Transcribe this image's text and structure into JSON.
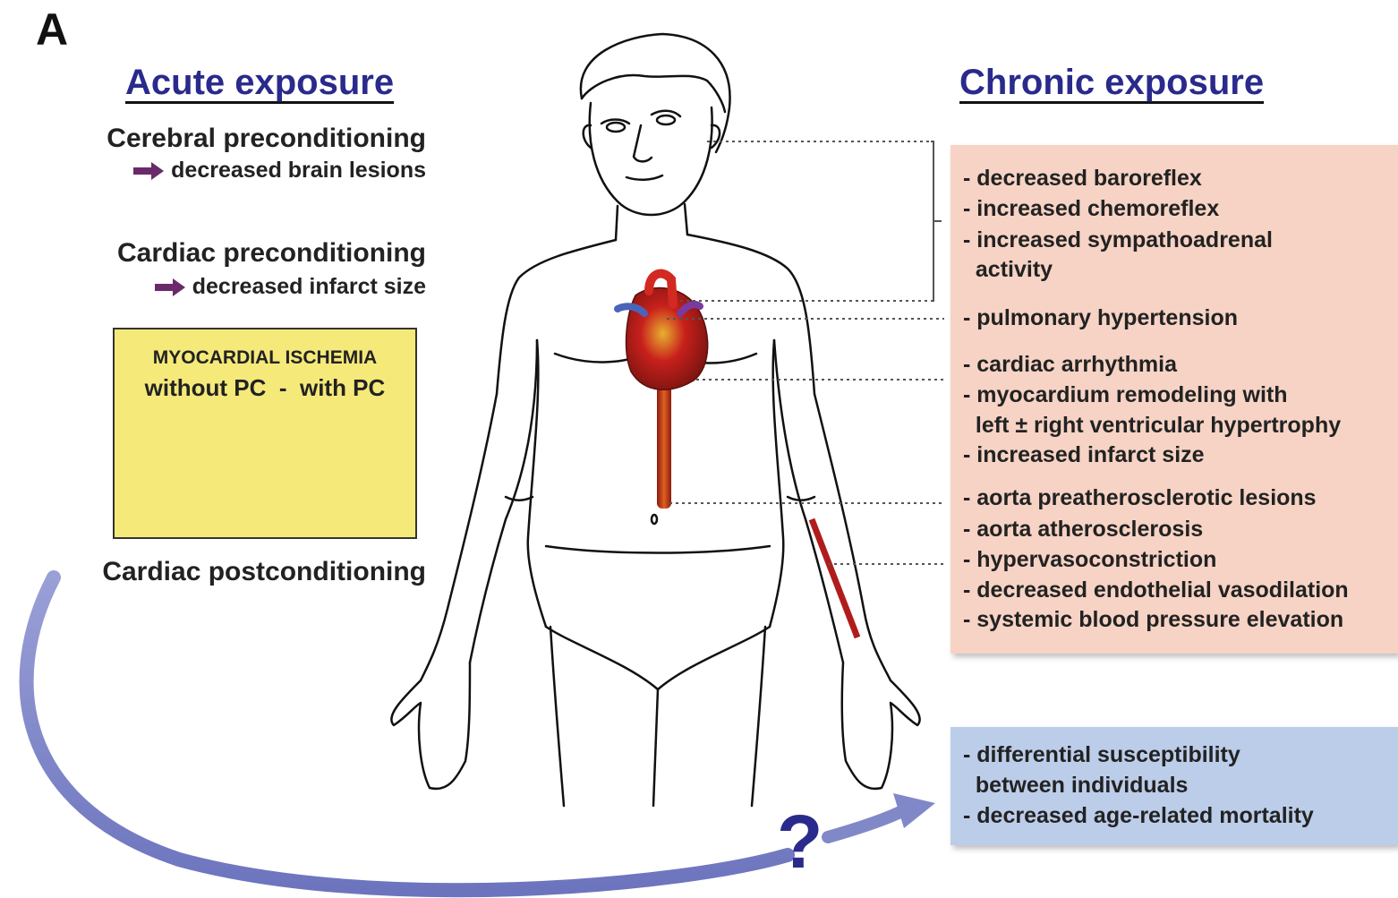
{
  "panel_label": "A",
  "acute": {
    "title": "Acute exposure",
    "cerebral_title": "Cerebral preconditioning",
    "cerebral_result": "decreased brain lesions",
    "cardiac_title": "Cardiac preconditioning",
    "cardiac_result": "decreased infarct size",
    "box_title": "MYOCARDIAL ISCHEMIA",
    "box_subtitle": "without PC  -  with PC",
    "postconditioning": "Cardiac postconditioning"
  },
  "chronic": {
    "title": "Chronic exposure",
    "effects": [
      "- decreased baroreflex",
      "- increased chemoreflex",
      "- increased sympathoadrenal",
      "  activity",
      "- pulmonary hypertension",
      "- cardiac arrhythmia",
      "- myocardium remodeling with",
      "  left ± right ventricular hypertrophy",
      "- increased infarct size",
      "- aorta preatherosclerotic lesions",
      "- aorta atherosclerosis",
      "- hypervasoconstriction",
      "- decreased endothelial vasodilation",
      "- systemic blood pressure elevation"
    ],
    "susceptibility": [
      "- differential susceptibility",
      "  between individuals",
      "- decreased age-related mortality"
    ]
  },
  "question_mark": "?",
  "colors": {
    "heading_blue": "#2a2a8c",
    "chronic_panel": "#f6d3c4",
    "susceptibility_panel": "#bccdea",
    "ischemia_box": "#f5e97a",
    "curve_arrow": "#8088c8",
    "result_arrow": "#6a2a6a",
    "heart_red": "#c8201c"
  }
}
